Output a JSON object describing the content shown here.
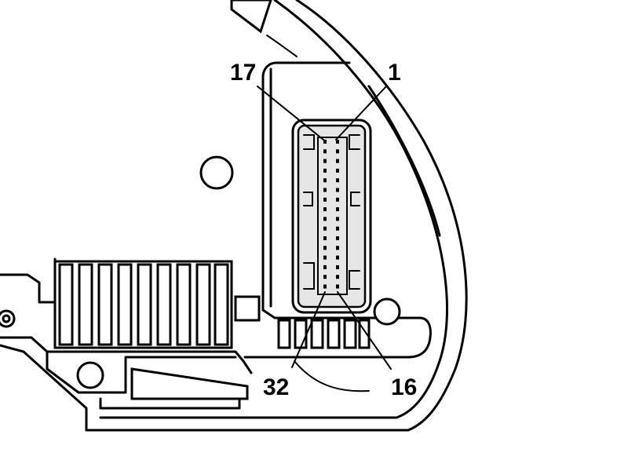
{
  "pin_labels": {
    "top_left": "17",
    "top_right": "1",
    "bottom_left": "32",
    "bottom_right": "16"
  }
}
